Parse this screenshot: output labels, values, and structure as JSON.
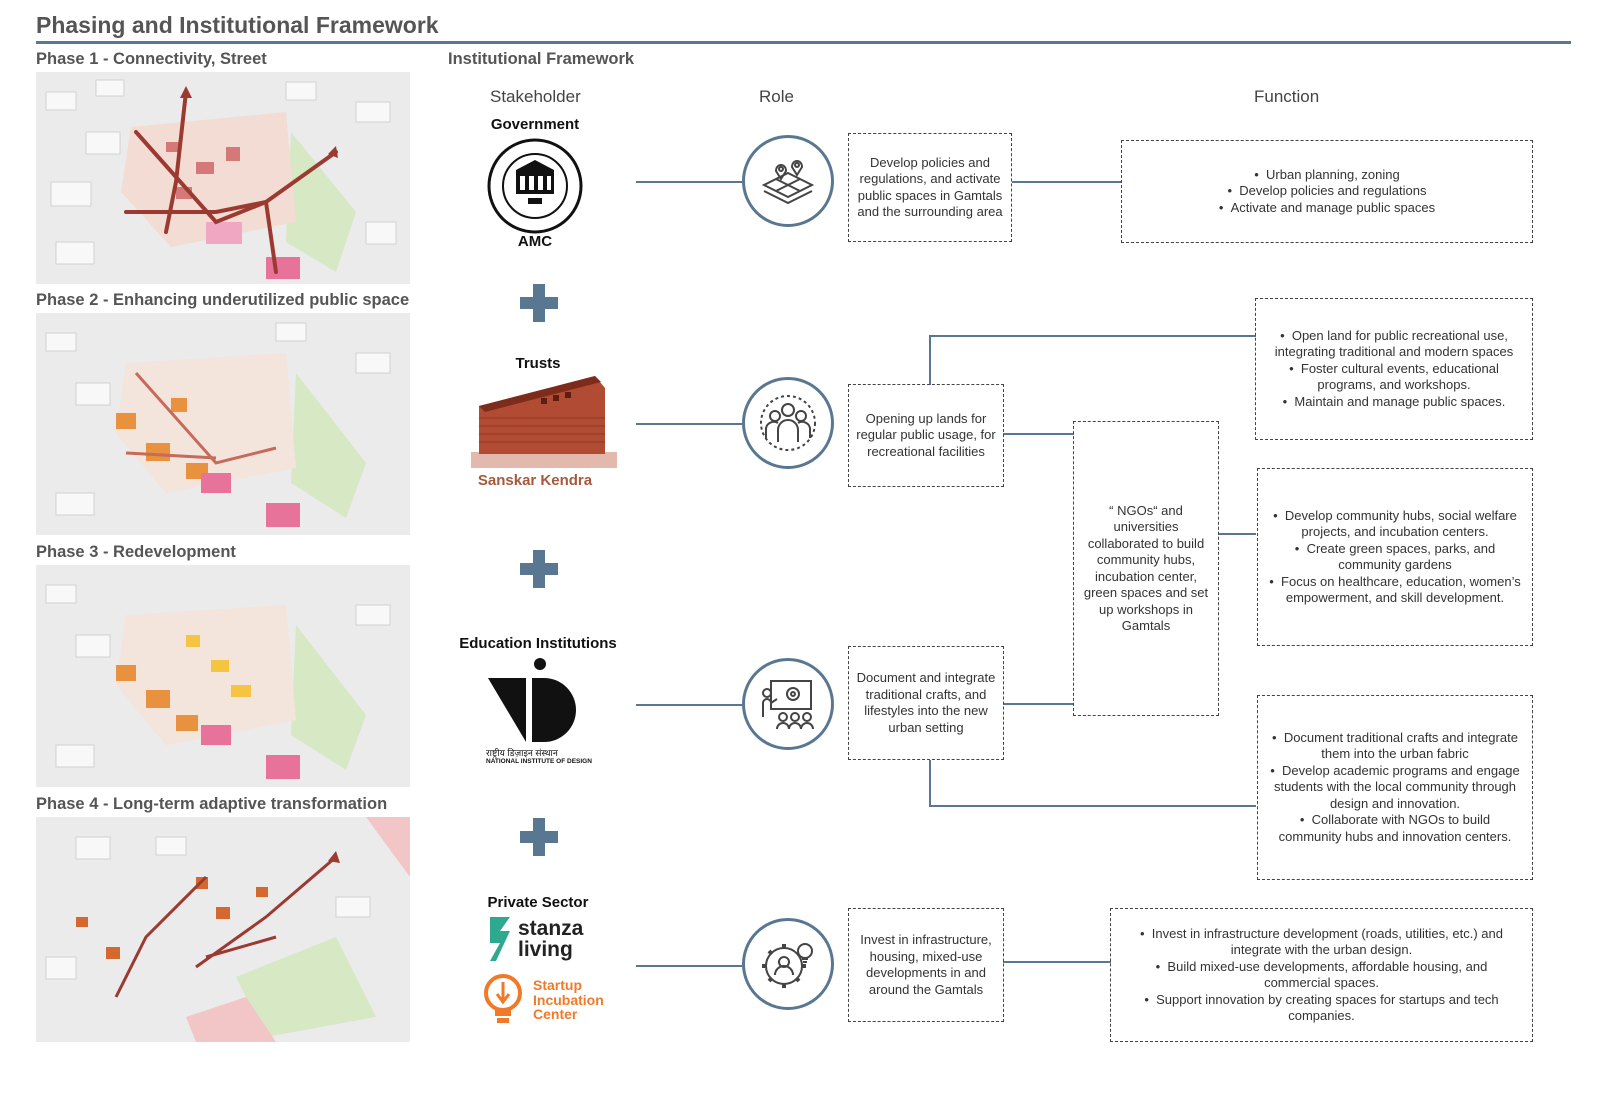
{
  "title": "Phasing and Institutional Framework",
  "phases": [
    {
      "label": "Phase 1 - Connectivity, Street"
    },
    {
      "label": "Phase 2 - Enhancing underutilized public space"
    },
    {
      "label": "Phase 3 - Redevelopment"
    },
    {
      "label": "Phase 4 - Long-term adaptive transformation"
    }
  ],
  "framework": {
    "title": "Institutional Framework",
    "headers": {
      "stakeholder": "Stakeholder",
      "role": "Role",
      "function": "Function"
    }
  },
  "stakeholders": {
    "government": {
      "name": "Government",
      "logo_text": "AMC"
    },
    "trusts": {
      "name": "Trusts",
      "logo_text": "Sanskar Kendra"
    },
    "education": {
      "name": "Education Institutions",
      "logo_text": "राष्ट्रीय डिज़ाइन संस्थान",
      "logo_subtext": "NATIONAL INSTITUTE OF DESIGN"
    },
    "private": {
      "name": "Private Sector",
      "logo1": "stanza",
      "logo1b": "living",
      "logo2a": "Startup",
      "logo2b": "Incubation",
      "logo2c": "Center"
    }
  },
  "roles": {
    "government": "Develop policies and regulations, and activate public spaces in Gamtals and the surrounding area",
    "trusts": "Opening up lands for regular public usage, for recreational facilities",
    "education": "Document and integrate traditional crafts, and lifestyles into the new urban setting",
    "ngo": "“ NGOs“ and universities collaborated to build community hubs, incubation center, green spaces and set up workshops in Gamtals",
    "private": "Invest in infrastructure, housing, mixed-use developments in and around the Gamtals"
  },
  "functions": {
    "government": [
      "Urban planning, zoning",
      "Develop policies and regulations",
      "Activate and manage public spaces"
    ],
    "trusts": [
      "Open land for public recreational use, integrating traditional and modern spaces",
      "Foster cultural events, educational programs, and workshops.",
      "Maintain and manage public spaces."
    ],
    "ngo": [
      "Develop community hubs, social welfare projects, and incubation centers.",
      "Create green spaces, parks, and community gardens",
      "Focus on healthcare, education, women’s empowerment, and skill development."
    ],
    "education": [
      "Document traditional crafts and integrate them into the urban fabric",
      "Develop academic programs and engage students with the local community through design and innovation.",
      "Collaborate with NGOs to build community hubs and innovation centers."
    ],
    "private": [
      "Invest in infrastructure development (roads, utilities, etc.) and integrate with the urban design.",
      "Build mixed-use developments, affordable housing, and commercial spaces.",
      "Support innovation by creating spaces for startups and tech companies."
    ]
  },
  "icons": {
    "government": "map-layers-icon",
    "trusts": "community-group-icon",
    "education": "presentation-icon",
    "private": "gear-person-idea-icon",
    "plus": "plus-icon"
  },
  "colors": {
    "accent": "#5a7791",
    "street": "#9b3a30",
    "public": "#e8739a",
    "redevelop": "#e8923f",
    "green": "#cfe3b8"
  }
}
